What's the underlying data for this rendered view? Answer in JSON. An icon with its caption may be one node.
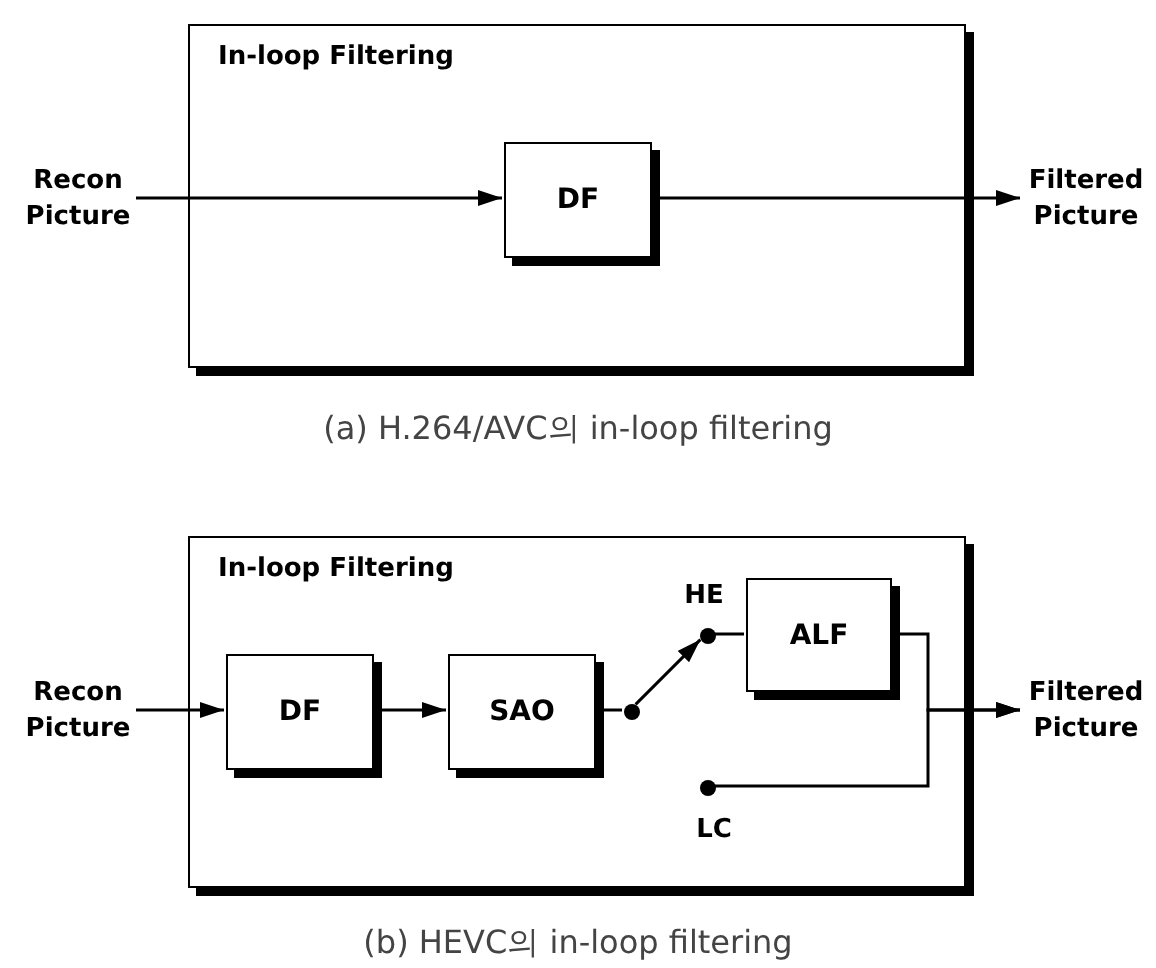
{
  "diagram": {
    "nodes": [
      {
        "text": [
          "In-loop Filtering"
        ]
      },
      {
        "text": [
          "Recon Picture"
        ]
      },
      {
        "text": [
          "DF"
        ],
        "in": 0
      },
      {
        "text": [
          "Filtered Picture"
        ]
      },
      {
        "text": [
          "In-loop Filtering"
        ]
      },
      {
        "text": [
          "Recon Picture"
        ]
      },
      {
        "text": [
          "DF"
        ],
        "in": 4
      },
      {
        "text": [
          "SAO"
        ],
        "in": 4
      },
      {
        "text": [],
        "shape": "circle",
        "in": 4
      },
      {
        "text": [],
        "shape": "circle",
        "in": 4,
        "beside": [
          "HE"
        ]
      },
      {
        "text": [
          "ALF"
        ],
        "in": 4
      },
      {
        "text": [],
        "shape": "circle",
        "in": 4,
        "beside": [
          "LC"
        ]
      },
      {
        "text": [
          "Filtered Picture"
        ]
      }
    ],
    "edges": [
      {
        "from": 1,
        "to": 2,
        "arrow": "to"
      },
      {
        "from": 2,
        "to": 3,
        "arrow": "to"
      },
      {
        "from": 5,
        "to": 6,
        "arrow": "to"
      },
      {
        "from": 6,
        "to": 7,
        "arrow": "to"
      },
      {
        "from": 7,
        "to": 8,
        "arrow": "none"
      },
      {
        "from": 8,
        "to": 9,
        "arrow": "to"
      },
      {
        "from": 9,
        "to": 10,
        "arrow": "none"
      },
      {
        "from": 10,
        "to": 12,
        "arrow": "to"
      },
      {
        "from": 11,
        "to": 12,
        "arrow": "to"
      }
    ],
    "labels": [
      "(a) H.264/AVC의 in-loop filtering",
      "(b) HEVC의 in-loop filtering"
    ]
  }
}
